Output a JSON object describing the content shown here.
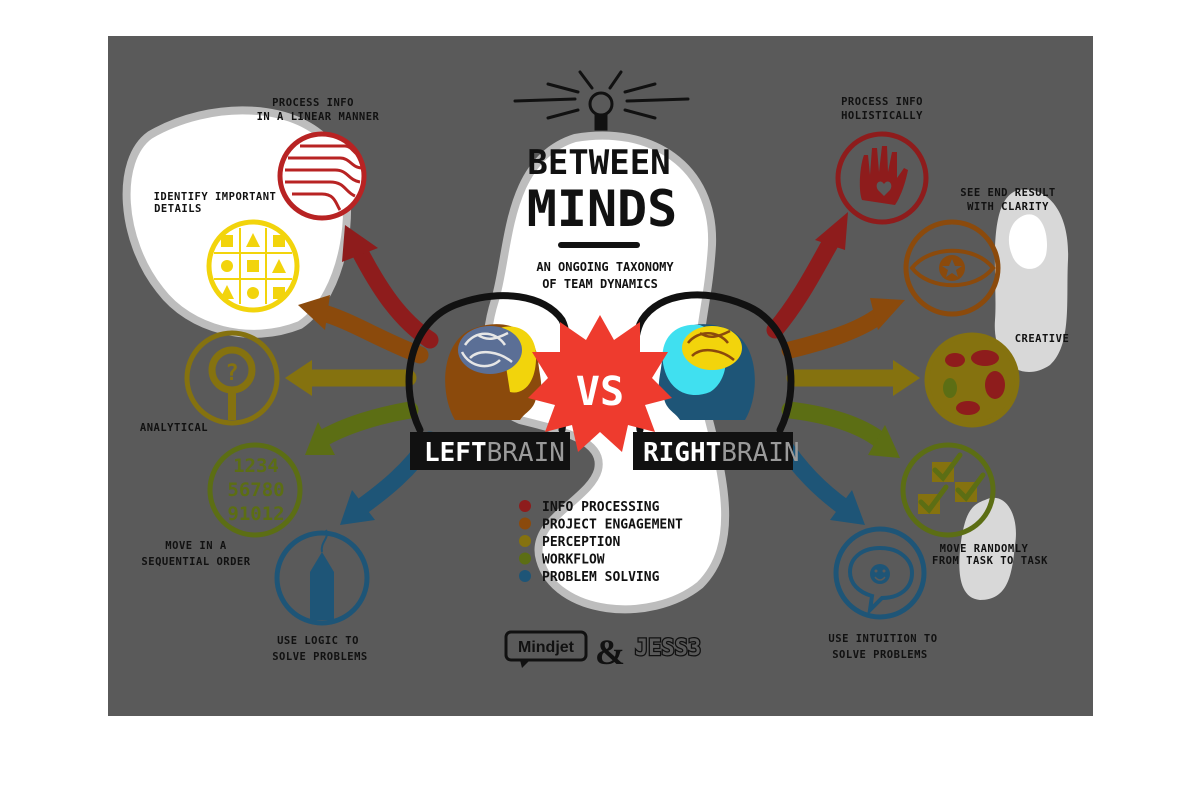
{
  "title": {
    "line1": "BETWEEN",
    "line2": "MINDS"
  },
  "subtitle": {
    "line1": "AN ONGOING TAXONOMY",
    "line2": "OF TEAM DYNAMICS"
  },
  "vs": "VS",
  "left_badge": {
    "strong": "LEFT",
    "light": "BRAIN"
  },
  "right_badge": {
    "strong": "RIGHT",
    "light": "BRAIN"
  },
  "left_traits": [
    {
      "lines": [
        "PROCESS INFO",
        "IN A LINEAR MANNER"
      ],
      "icon": "linear-lines-icon"
    },
    {
      "lines": [
        "IDENTIFY IMPORTANT",
        "DETAILS"
      ],
      "icon": "shape-grid-icon"
    },
    {
      "lines": [
        "ANALYTICAL"
      ],
      "icon": "magnifier-question-icon"
    },
    {
      "lines": [
        "MOVE IN A",
        "SEQUENTIAL ORDER"
      ],
      "icon": "number-grid-icon",
      "icon_text": [
        "1234",
        "56780",
        "91012"
      ]
    },
    {
      "lines": [
        "USE LOGIC TO",
        "SOLVE PROBLEMS"
      ],
      "icon": "pencil-icon"
    }
  ],
  "right_traits": [
    {
      "lines": [
        "PROCESS INFO",
        "HOLISTICALLY"
      ],
      "icon": "hand-heart-icon"
    },
    {
      "lines": [
        "SEE END RESULT",
        "WITH CLARITY"
      ],
      "icon": "eye-star-icon"
    },
    {
      "lines": [
        "CREATIVE"
      ],
      "icon": "paint-splotch-icon"
    },
    {
      "lines": [
        "MOVE RANDOMLY",
        "FROM TASK TO TASK"
      ],
      "icon": "checklist-icon"
    },
    {
      "lines": [
        "USE INTUITION TO",
        "SOLVE PROBLEMS"
      ],
      "icon": "speech-smile-icon"
    }
  ],
  "legend": [
    {
      "label": "INFO PROCESSING",
      "color": "#8e1c1c"
    },
    {
      "label": "PROJECT ENGAGEMENT",
      "color": "#8b4a0c"
    },
    {
      "label": "PERCEPTION",
      "color": "#85720f"
    },
    {
      "label": "WORKFLOW",
      "color": "#5c6e14"
    },
    {
      "label": "PROBLEM SOLVING",
      "color": "#1e5577"
    }
  ],
  "logos": {
    "left": "Mindjet",
    "amp": "&",
    "right": "JESS3"
  },
  "colors": {
    "panel": "#5a5a5a",
    "red": "#8e1c1c",
    "orange": "#8b4a0c",
    "olive": "#85720f",
    "green": "#5c6e14",
    "blue": "#1e5577",
    "yellow": "#f2d40c",
    "cyan": "#40e0f0"
  }
}
